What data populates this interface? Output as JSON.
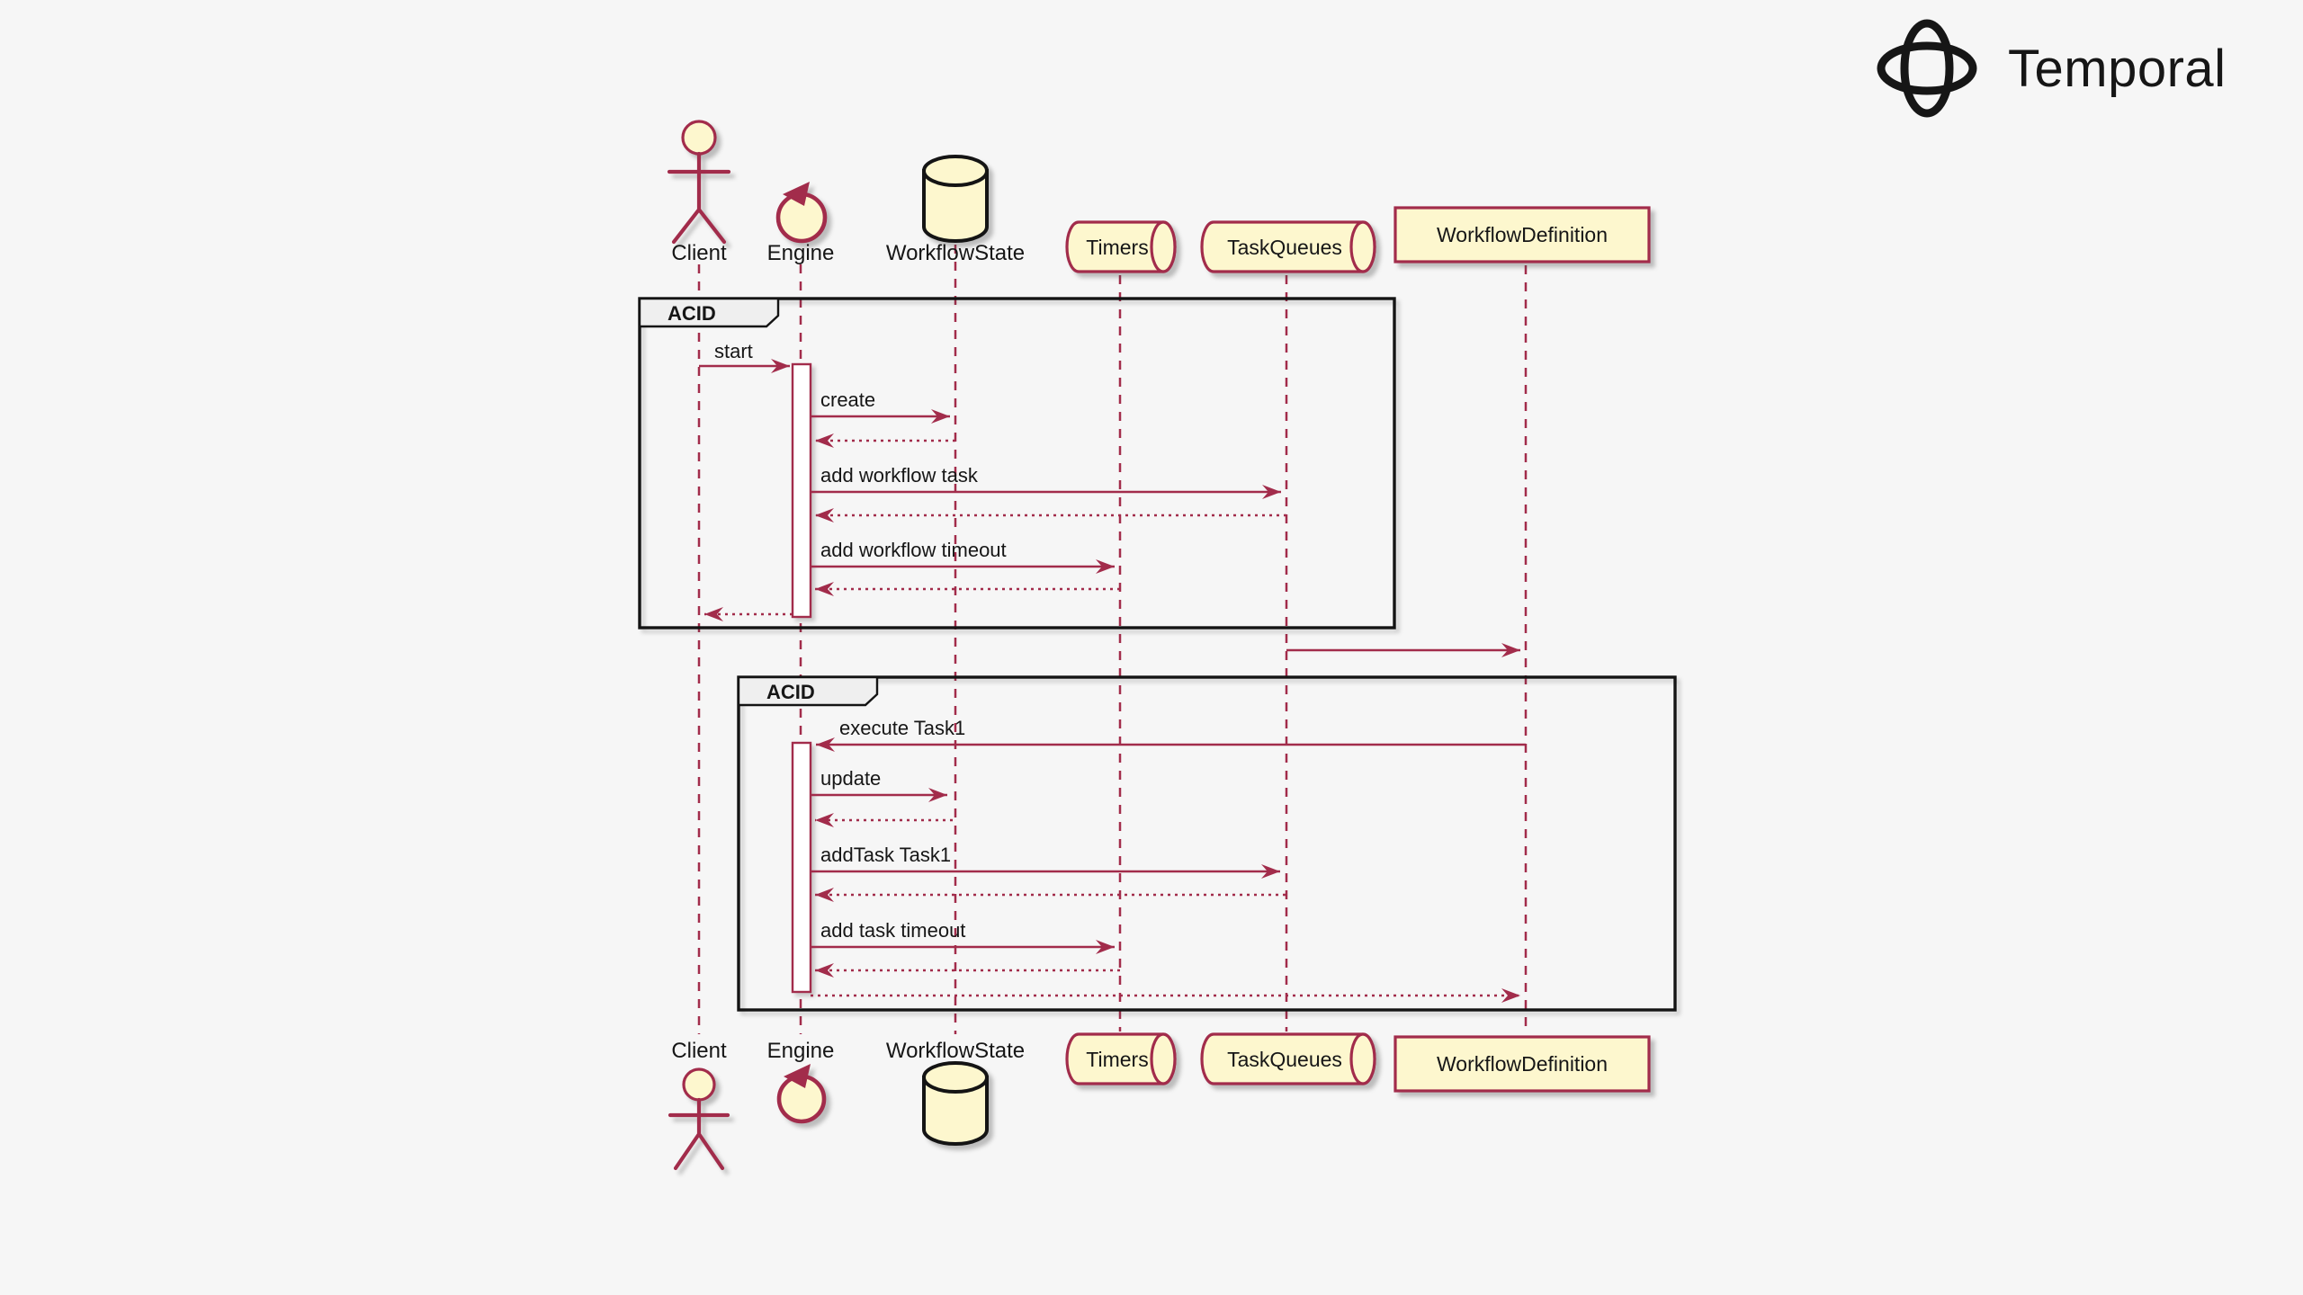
{
  "brand": {
    "name": "Temporal"
  },
  "colors": {
    "accent_red": "#A22C4B",
    "shape_fill": "#FDF7CE",
    "background": "#F6F6F6",
    "border_black": "#141414",
    "fragment_label_fill": "#EFEFEF",
    "text": "#161616",
    "activation_fill": "#FFFFFF",
    "logo_ink": "#161616"
  },
  "participants": {
    "client": "Client",
    "engine": "Engine",
    "workflow_state": "WorkflowState",
    "timers": "Timers",
    "task_queues": "TaskQueues",
    "workflow_definition": "WorkflowDefinition"
  },
  "fragment1": {
    "label": "ACID",
    "messages": [
      "start",
      "create",
      "add workflow task",
      "add workflow timeout"
    ]
  },
  "fragment2": {
    "label": "ACID",
    "messages": [
      "execute Task1",
      "update",
      "addTask Task1",
      "add task timeout"
    ]
  }
}
